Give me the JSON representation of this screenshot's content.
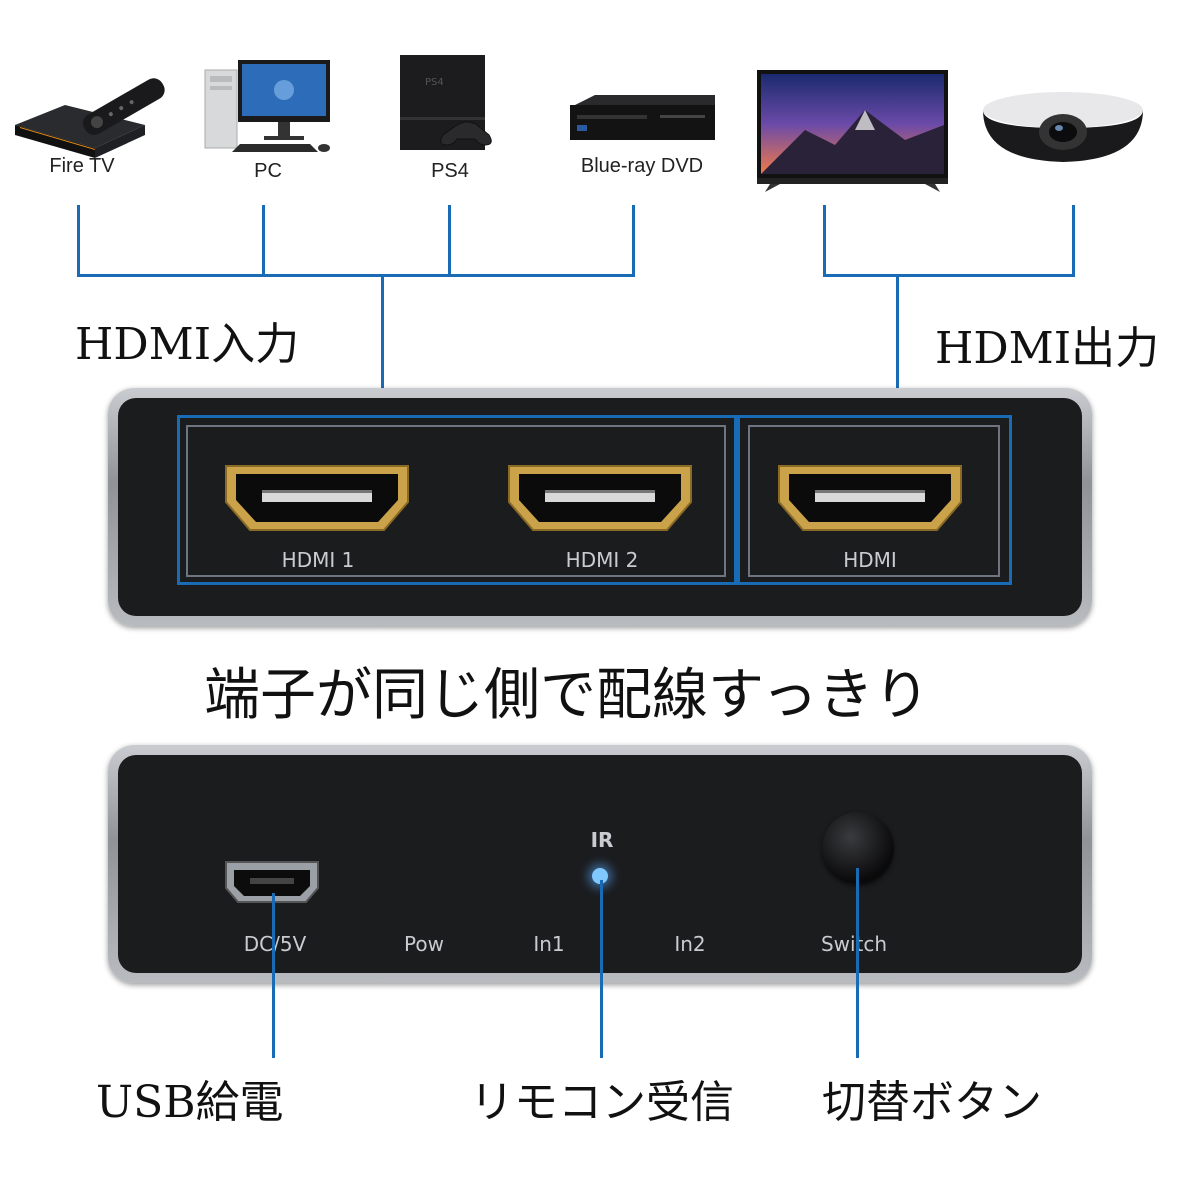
{
  "devices": {
    "fire_tv": "Fire TV",
    "pc": "PC",
    "ps4": "PS4",
    "bluray": "Blue-ray DVD"
  },
  "labels": {
    "hdmi_input": "HDMI入力",
    "hdmi_output": "HDMI出力",
    "caption": "端子が同じ側で配線すっきり",
    "usb_power": "USB給電",
    "ir_receiver": "リモコン受信",
    "switch_button": "切替ボタン"
  },
  "front_panel": {
    "port1": "HDMI 1",
    "port2": "HDMI 2",
    "port_out": "HDMI"
  },
  "back_panel": {
    "dc": "DC/5V",
    "pow": "Pow",
    "in1": "In1",
    "in2": "In2",
    "switch": "Switch",
    "ir": "IR"
  },
  "colors": {
    "line": "#1a6bb5",
    "panel": "#1b1c1e",
    "accent_port": "#c9a24a"
  }
}
